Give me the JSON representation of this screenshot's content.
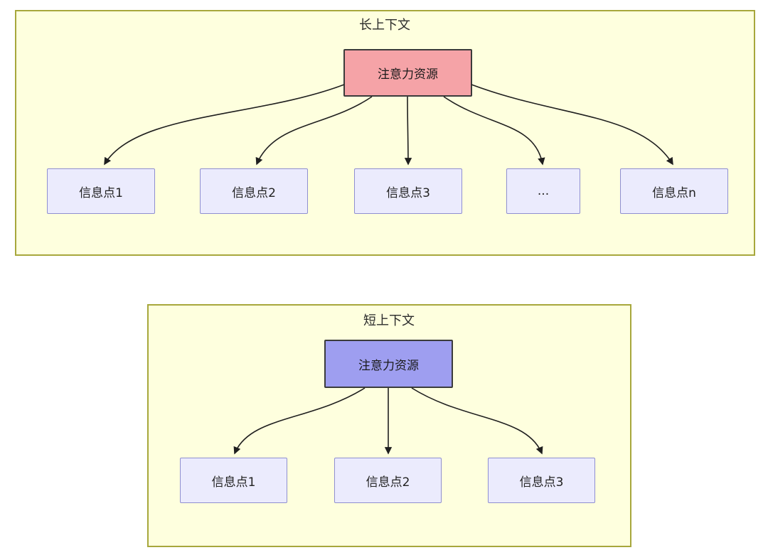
{
  "diagram": {
    "colors": {
      "page_bg": "#ffffff",
      "panel_bg": "#feffde",
      "panel_border": "#a7a73c",
      "attention_long_fill": "#f5a3a7",
      "attention_short_fill": "#9e9ef0",
      "attention_border": "#3b3b3b",
      "node_fill": "#ebebfd",
      "node_border": "#8f8fd0",
      "arrow": "#1f1f1f",
      "text": "#1f1f1f"
    },
    "panels": [
      {
        "title": "长上下文",
        "attention_label": "注意力资源",
        "nodes": [
          "信息点1",
          "信息点2",
          "信息点3",
          "...",
          "信息点n"
        ]
      },
      {
        "title": "短上下文",
        "attention_label": "注意力资源",
        "nodes": [
          "信息点1",
          "信息点2",
          "信息点3"
        ]
      }
    ]
  }
}
